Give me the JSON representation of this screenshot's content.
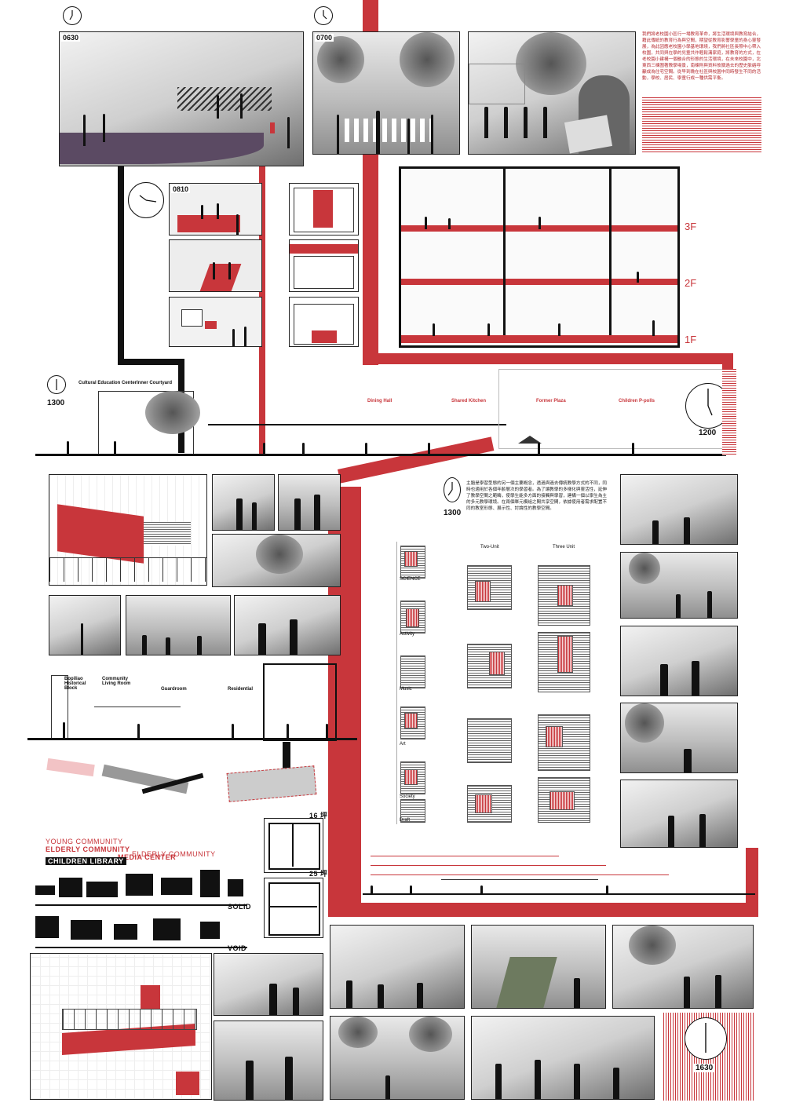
{
  "timeline": {
    "t0630": "0630",
    "t0700": "0700",
    "t0810": "0810",
    "t1300a": "1300",
    "t1200": "1200",
    "t1300b": "1300",
    "t1630": "1630"
  },
  "floors": {
    "f3": "3F",
    "f2": "2F",
    "f1": "1F"
  },
  "section_a": {
    "labels": [
      "Cultural Education Center",
      "Inner Courtyard",
      "Dining Hall",
      "Shared Kitchen",
      "Former Plaza",
      "Children P-polls"
    ]
  },
  "section_b": {
    "labels": [
      "Bopiliao Historical Block",
      "Community Living Room",
      "Guardroom",
      "Residential"
    ]
  },
  "matrix": {
    "col_headers": [
      "Two-Unit",
      "Three Unit"
    ],
    "row_labels": [
      "SCIENCE",
      "Activity",
      "Music",
      "Art",
      "Society",
      "Draft"
    ]
  },
  "program": {
    "line1": "YOUNG COMMUNITY",
    "line2": "ELDERLY COMMUNITY",
    "line3": "MEDIA CENTER",
    "line4": "ELDERLY COMMUNITY",
    "line5": "CHILDREN LIBRARY",
    "solid": "SOLID",
    "void": "VOID"
  },
  "plans": {
    "p16": "16 坪",
    "p25": "25 坪"
  },
  "essays": {
    "top": "我們將老校園小區行一場教育革命，將生活環境與教育結合，藉此傳統的教育行為與空間，期望從教育影響學童的身心靈發展，為此因應老校園小學基地環境，我們將社區長照中心帶入校園，共同與在學的兒童共作輕鬆溝家庭，將教育的方式，在老校園小建構一個融合的形態的生活環境，在未來校園中，北東西三棟圍著教學場景，南棟則與資料攸關過去的歷史脈絡呼籲成為住宅空間。從早到晚在社區與校園中同時發生不同的活動，學校、居民、學童行成一種供需平衡。",
    "middle": "主題是學習型態的另一個主要概念，透過與過去傳統教學方式的不同，同時也適用於各個年齡層次的學習者。為了讓教學的多樣化與靈活性，延伸了教學空間之範疇，使學生能多方面的接觸與學習，建構一個以學生為主的多元教學環境。在兩個單元模組之間共享空間，依據使用者需求配置不同的教室形態、展示性、討論性的教學空間。"
  },
  "colors": {
    "accent": "#c8363b",
    "ink": "#111111"
  }
}
